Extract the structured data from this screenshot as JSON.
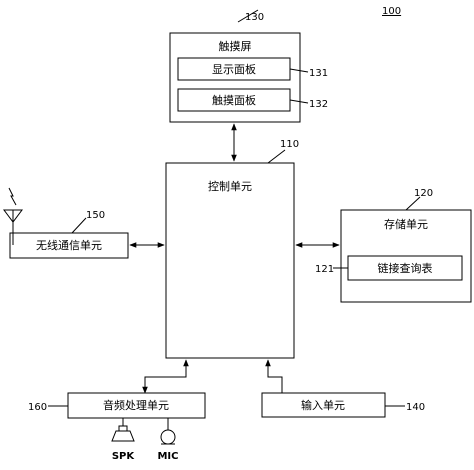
{
  "figure_ref": "100",
  "blocks": {
    "touch_screen": {
      "ref": "130",
      "label": "触摸屏"
    },
    "display_panel": {
      "ref": "131",
      "label": "显示面板"
    },
    "touch_panel": {
      "ref": "132",
      "label": "触摸面板"
    },
    "control_unit": {
      "ref": "110",
      "label": "控制单元"
    },
    "storage_unit": {
      "ref": "120",
      "label": "存储单元"
    },
    "link_table": {
      "ref": "121",
      "label": "链接查询表"
    },
    "wireless_unit": {
      "ref": "150",
      "label": "无线通信单元"
    },
    "audio_unit": {
      "ref": "160",
      "label": "音频处理单元"
    },
    "input_unit": {
      "ref": "140",
      "label": "输入单元"
    }
  },
  "peripherals": {
    "speaker": "SPK",
    "microphone": "MIC"
  }
}
